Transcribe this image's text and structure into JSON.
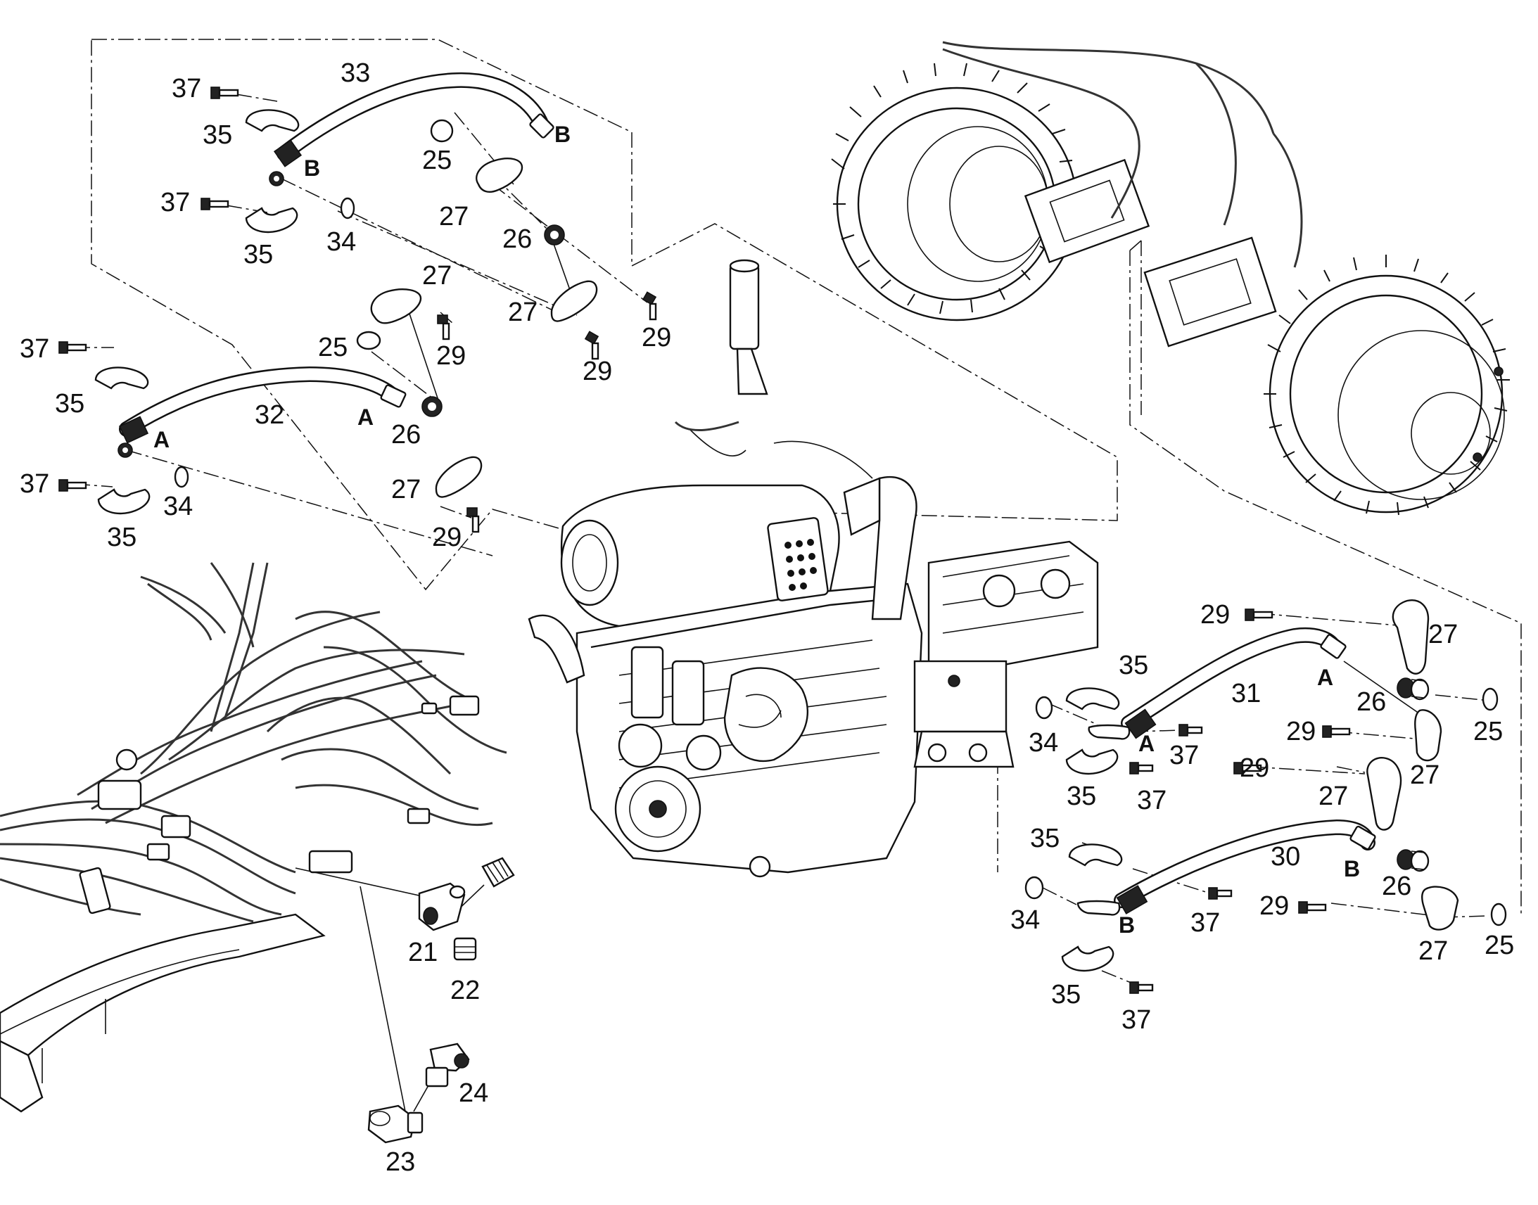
{
  "callouts": [
    {
      "id": "c37a",
      "text": "37"
    },
    {
      "id": "c35a",
      "text": "35"
    },
    {
      "id": "c33",
      "text": "33"
    },
    {
      "id": "c25a",
      "text": "25"
    },
    {
      "id": "c37b",
      "text": "37"
    },
    {
      "id": "c35b",
      "text": "35"
    },
    {
      "id": "c34a",
      "text": "34"
    },
    {
      "id": "c27a",
      "text": "27"
    },
    {
      "id": "c26a",
      "text": "26"
    },
    {
      "id": "c27b",
      "text": "27"
    },
    {
      "id": "c29a",
      "text": "29"
    },
    {
      "id": "c29b",
      "text": "29"
    },
    {
      "id": "c27c",
      "text": "27"
    },
    {
      "id": "c25b",
      "text": "25"
    },
    {
      "id": "c29c",
      "text": "29"
    },
    {
      "id": "c37c",
      "text": "37"
    },
    {
      "id": "c35c",
      "text": "35"
    },
    {
      "id": "c32",
      "text": "32"
    },
    {
      "id": "c26b",
      "text": "26"
    },
    {
      "id": "c37d",
      "text": "37"
    },
    {
      "id": "c34b",
      "text": "34"
    },
    {
      "id": "c35d",
      "text": "35"
    },
    {
      "id": "c27d",
      "text": "27"
    },
    {
      "id": "c29d",
      "text": "29"
    },
    {
      "id": "c29e",
      "text": "29"
    },
    {
      "id": "c27e",
      "text": "27"
    },
    {
      "id": "c35e",
      "text": "35"
    },
    {
      "id": "c31",
      "text": "31"
    },
    {
      "id": "c26c",
      "text": "26"
    },
    {
      "id": "c25c",
      "text": "25"
    },
    {
      "id": "c34c",
      "text": "34"
    },
    {
      "id": "c37e",
      "text": "37"
    },
    {
      "id": "c29f",
      "text": "29"
    },
    {
      "id": "c27f",
      "text": "27"
    },
    {
      "id": "c35f",
      "text": "35"
    },
    {
      "id": "c37f",
      "text": "37"
    },
    {
      "id": "c29g",
      "text": "29"
    },
    {
      "id": "c27g",
      "text": "27"
    },
    {
      "id": "c35g",
      "text": "35"
    },
    {
      "id": "c30",
      "text": "30"
    },
    {
      "id": "c26d",
      "text": "26"
    },
    {
      "id": "c34d",
      "text": "34"
    },
    {
      "id": "c37g",
      "text": "37"
    },
    {
      "id": "c29h",
      "text": "29"
    },
    {
      "id": "c27h",
      "text": "27"
    },
    {
      "id": "c25d",
      "text": "25"
    },
    {
      "id": "c35h",
      "text": "35"
    },
    {
      "id": "c37h",
      "text": "37"
    },
    {
      "id": "c21",
      "text": "21"
    },
    {
      "id": "c22",
      "text": "22"
    },
    {
      "id": "c24",
      "text": "24"
    },
    {
      "id": "c23",
      "text": "23"
    }
  ],
  "port_labels": [
    {
      "id": "pB1",
      "text": "B"
    },
    {
      "id": "pB2",
      "text": "B"
    },
    {
      "id": "pA1",
      "text": "A"
    },
    {
      "id": "pA2",
      "text": "A"
    },
    {
      "id": "pA3",
      "text": "A"
    },
    {
      "id": "pA4",
      "text": "A"
    },
    {
      "id": "pB3",
      "text": "B"
    },
    {
      "id": "pB4",
      "text": "B"
    }
  ]
}
